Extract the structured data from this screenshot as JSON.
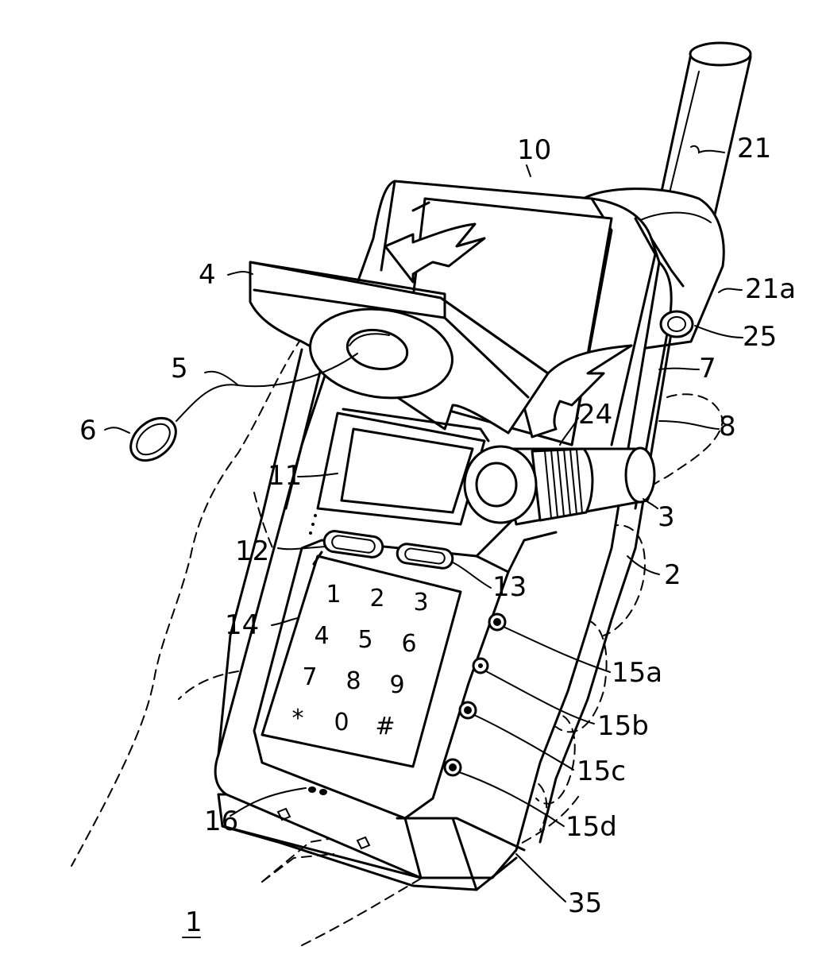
{
  "figure": {
    "figure_number": "1",
    "labels": {
      "phone_body": "2",
      "camera": "3",
      "display_cover": "4",
      "eyepiece": "5",
      "ring": "6",
      "side_panel": "7",
      "hand_grip": "8",
      "main_display": "10",
      "sub_display": "11",
      "button_left": "12",
      "button_right": "13",
      "keypad": "14",
      "side_button_a": "15a",
      "side_button_b": "15b",
      "side_button_c": "15c",
      "side_button_d": "15d",
      "microphone": "16",
      "antenna": "21",
      "antenna_base": "21a",
      "camera_ring": "24",
      "side_knob": "25",
      "bottom_edge": "35"
    },
    "keypad_keys": [
      "1",
      "2",
      "3",
      "4",
      "5",
      "6",
      "7",
      "8",
      "9",
      "*",
      "0",
      "#"
    ]
  }
}
